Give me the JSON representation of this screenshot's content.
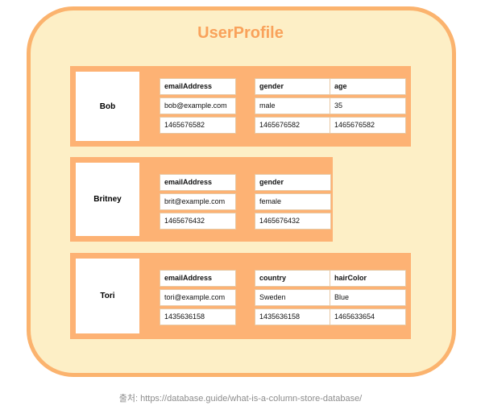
{
  "title": "UserProfile",
  "rows": [
    {
      "key": "Bob",
      "columns": [
        {
          "name": "emailAddress",
          "value": "bob@example.com",
          "timestamp": "1465676582"
        },
        {
          "name": "gender",
          "value": "male",
          "timestamp": "1465676582"
        },
        {
          "name": "age",
          "value": "35",
          "timestamp": "1465676582"
        }
      ]
    },
    {
      "key": "Britney",
      "columns": [
        {
          "name": "emailAddress",
          "value": "brit@example.com",
          "timestamp": "1465676432"
        },
        {
          "name": "gender",
          "value": "female",
          "timestamp": "1465676432"
        }
      ]
    },
    {
      "key": "Tori",
      "columns": [
        {
          "name": "emailAddress",
          "value": "tori@example.com",
          "timestamp": "1435636158"
        },
        {
          "name": "country",
          "value": "Sweden",
          "timestamp": "1435636158"
        },
        {
          "name": "hairColor",
          "value": "Blue",
          "timestamp": "1465633654"
        }
      ]
    }
  ],
  "caption": "출처: https://database.guide/what-is-a-column-store-database/",
  "colors": {
    "container_fill": "#fdefc6",
    "container_border": "#fbb36e",
    "row_fill": "#fdb274",
    "title": "#f9a25b"
  }
}
